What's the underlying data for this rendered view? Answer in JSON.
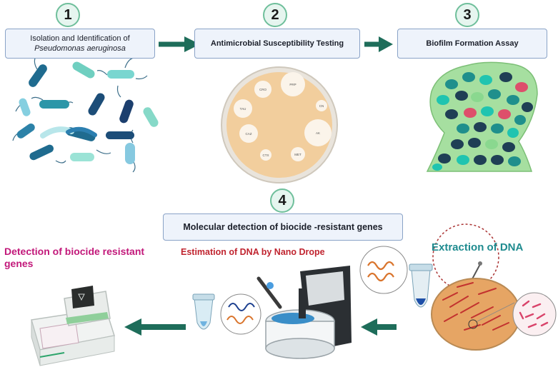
{
  "steps": [
    {
      "number": "1",
      "line1": "Isolation and Identification of",
      "line2": "Pseudomonas aeruginosa"
    },
    {
      "number": "2",
      "label": "Antimicrobial Susceptibility Testing"
    },
    {
      "number": "3",
      "label": "Biofilm Formation Assay"
    },
    {
      "number": "4",
      "label": "Molecular detection of biocide -resistant genes"
    }
  ],
  "disc_labels": [
    "CRO",
    "PRP",
    "TAU",
    "CN",
    "CAZ",
    "AK",
    "CTX",
    "MET"
  ],
  "labels": {
    "detection": [
      "Detection of biocide resistant",
      "genes"
    ],
    "estimation": "Estimation of DNA by Nano Drope",
    "extraction": "Extraction of DNA"
  },
  "colors": {
    "step_number_bg": "#e6f5ef",
    "step_number_border": "#6fbf9b",
    "box_bg": "#eef3fb",
    "box_border": "#8aa3c7",
    "arrow": "#1e6d5a",
    "detection_text": "#c2187a",
    "estimation_text": "#c0242f",
    "extraction_text": "#1f8b8f",
    "biofilm_matrix": "#a6dfa0",
    "agar": "#f2ce9d"
  }
}
